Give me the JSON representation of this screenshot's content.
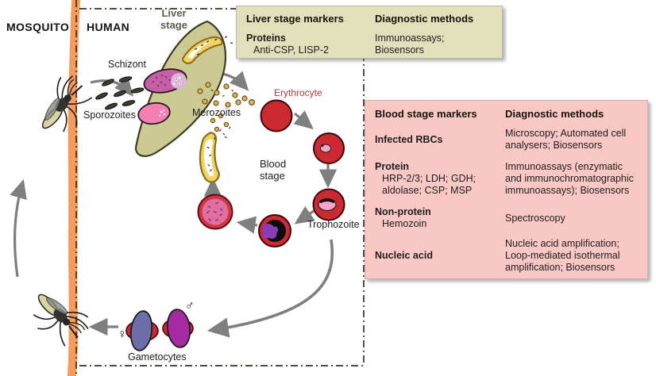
{
  "labels": {
    "mosquito_region": "MOSQUITO",
    "human_region": "HUMAN",
    "liver_stage": "Liver stage",
    "schizont": "Schizont",
    "sporozoites": "Sporozoites",
    "merozoites": "Merozoites",
    "erythrocyte": "Erythrocyte",
    "blood_stage": "Blood stage",
    "trophozoite": "Trophozoite",
    "gametocytes": "Gametocytes",
    "female_symbol": "♀",
    "male_symbol": "♂"
  },
  "liver_box": {
    "marker_header": "Liver stage markers",
    "method_header": "Diagnostic methods",
    "rows": [
      {
        "marker": "Proteins",
        "detail": "Anti-CSP, LISP-2",
        "method": "Immunoassays; Biosensors"
      }
    ]
  },
  "blood_box": {
    "marker_header": "Blood stage markers",
    "method_header": "Diagnostic methods",
    "rows": [
      {
        "marker": "Infected RBCs",
        "detail": "",
        "method": "Microscopy; Automated cell analysers; Biosensors"
      },
      {
        "marker": "Protein",
        "detail": "HRP-2/3; LDH; GDH; aldolase; CSP; MSP",
        "method": "Immunoassays (enzymatic and immunochromatographic immunoassays); Biosensors"
      },
      {
        "marker": "Non-protein",
        "detail": "Hemozoin",
        "method": "Spectroscopy"
      },
      {
        "marker": "Nucleic acid",
        "detail": "",
        "method": "Nucleic acid amplification; Loop-mediated isothermal amplification; Biosensors"
      }
    ]
  },
  "colors": {
    "liver_box_bg": "#e2e0ba",
    "blood_box_bg": "#f9c8c5",
    "skin_band": "#f59b5e",
    "erythrocyte_red": "#cb2a31",
    "liver_olive": "#cdc993",
    "erythrocyte_label": "#b23a3e",
    "arrow_gray": "#7f7f7f",
    "female_gametocyte": "#6d6da8",
    "male_gametocyte": "#a62ba2"
  }
}
